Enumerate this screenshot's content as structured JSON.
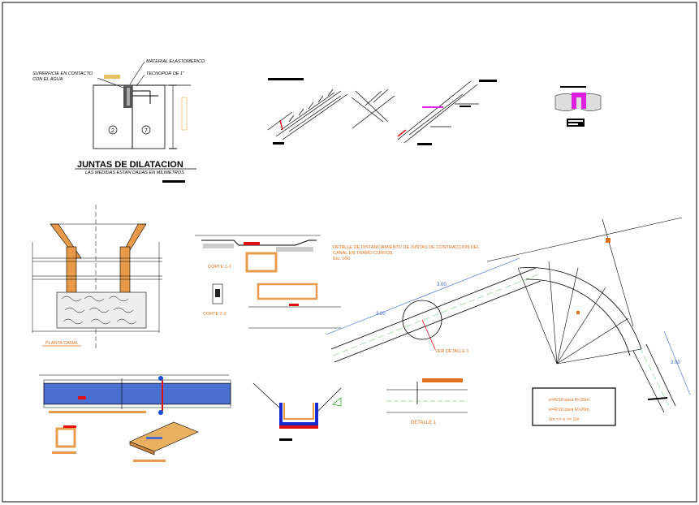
{
  "colors": {
    "line": "#000000",
    "dim": "#3a66c7",
    "accent": "#e0701a",
    "concrete": "#e89a4a",
    "blueFill": "#4a6fd0",
    "magenta": "#e020e0",
    "red": "#e01010",
    "green": "#33aa33"
  },
  "joints": {
    "label_surface_1": "SUPERFICIE EN CONTACTO",
    "label_surface_2": "CON EL AGUA",
    "label_material": "MATERIAL ELASTOMERICO",
    "label_tecnopor": "TECNOPOR DE 1\"",
    "circle_left": "2",
    "circle_right": "7",
    "title": "JUNTAS DE DILATACION",
    "subtitle": "LAS MEDIDAS ESTAN DADAS EN MILIMETROS"
  },
  "canal": {
    "section_label": "PLANTA CANAL",
    "corte_1": "CORTE 1-1",
    "corte_2": "CORTE 2-2"
  },
  "curve": {
    "title_1": "DETALLE DE DISTANCIAMIENTO DE JUNTAS DE CONTRACCION DEL",
    "title_2": "CANAL EN TRAMO CURVOS",
    "scale": "Esc. 1/50",
    "dim_a": "3.00",
    "dim_b": "3.00",
    "dim_c": "3.00",
    "detail_ref": "VER DETALLE 1",
    "legend": [
      "e=R/10 para R<20m",
      "e=R/20 para R>20m",
      "1m <= e <= 2m"
    ]
  },
  "detail": {
    "label": "DETALLE 1"
  }
}
